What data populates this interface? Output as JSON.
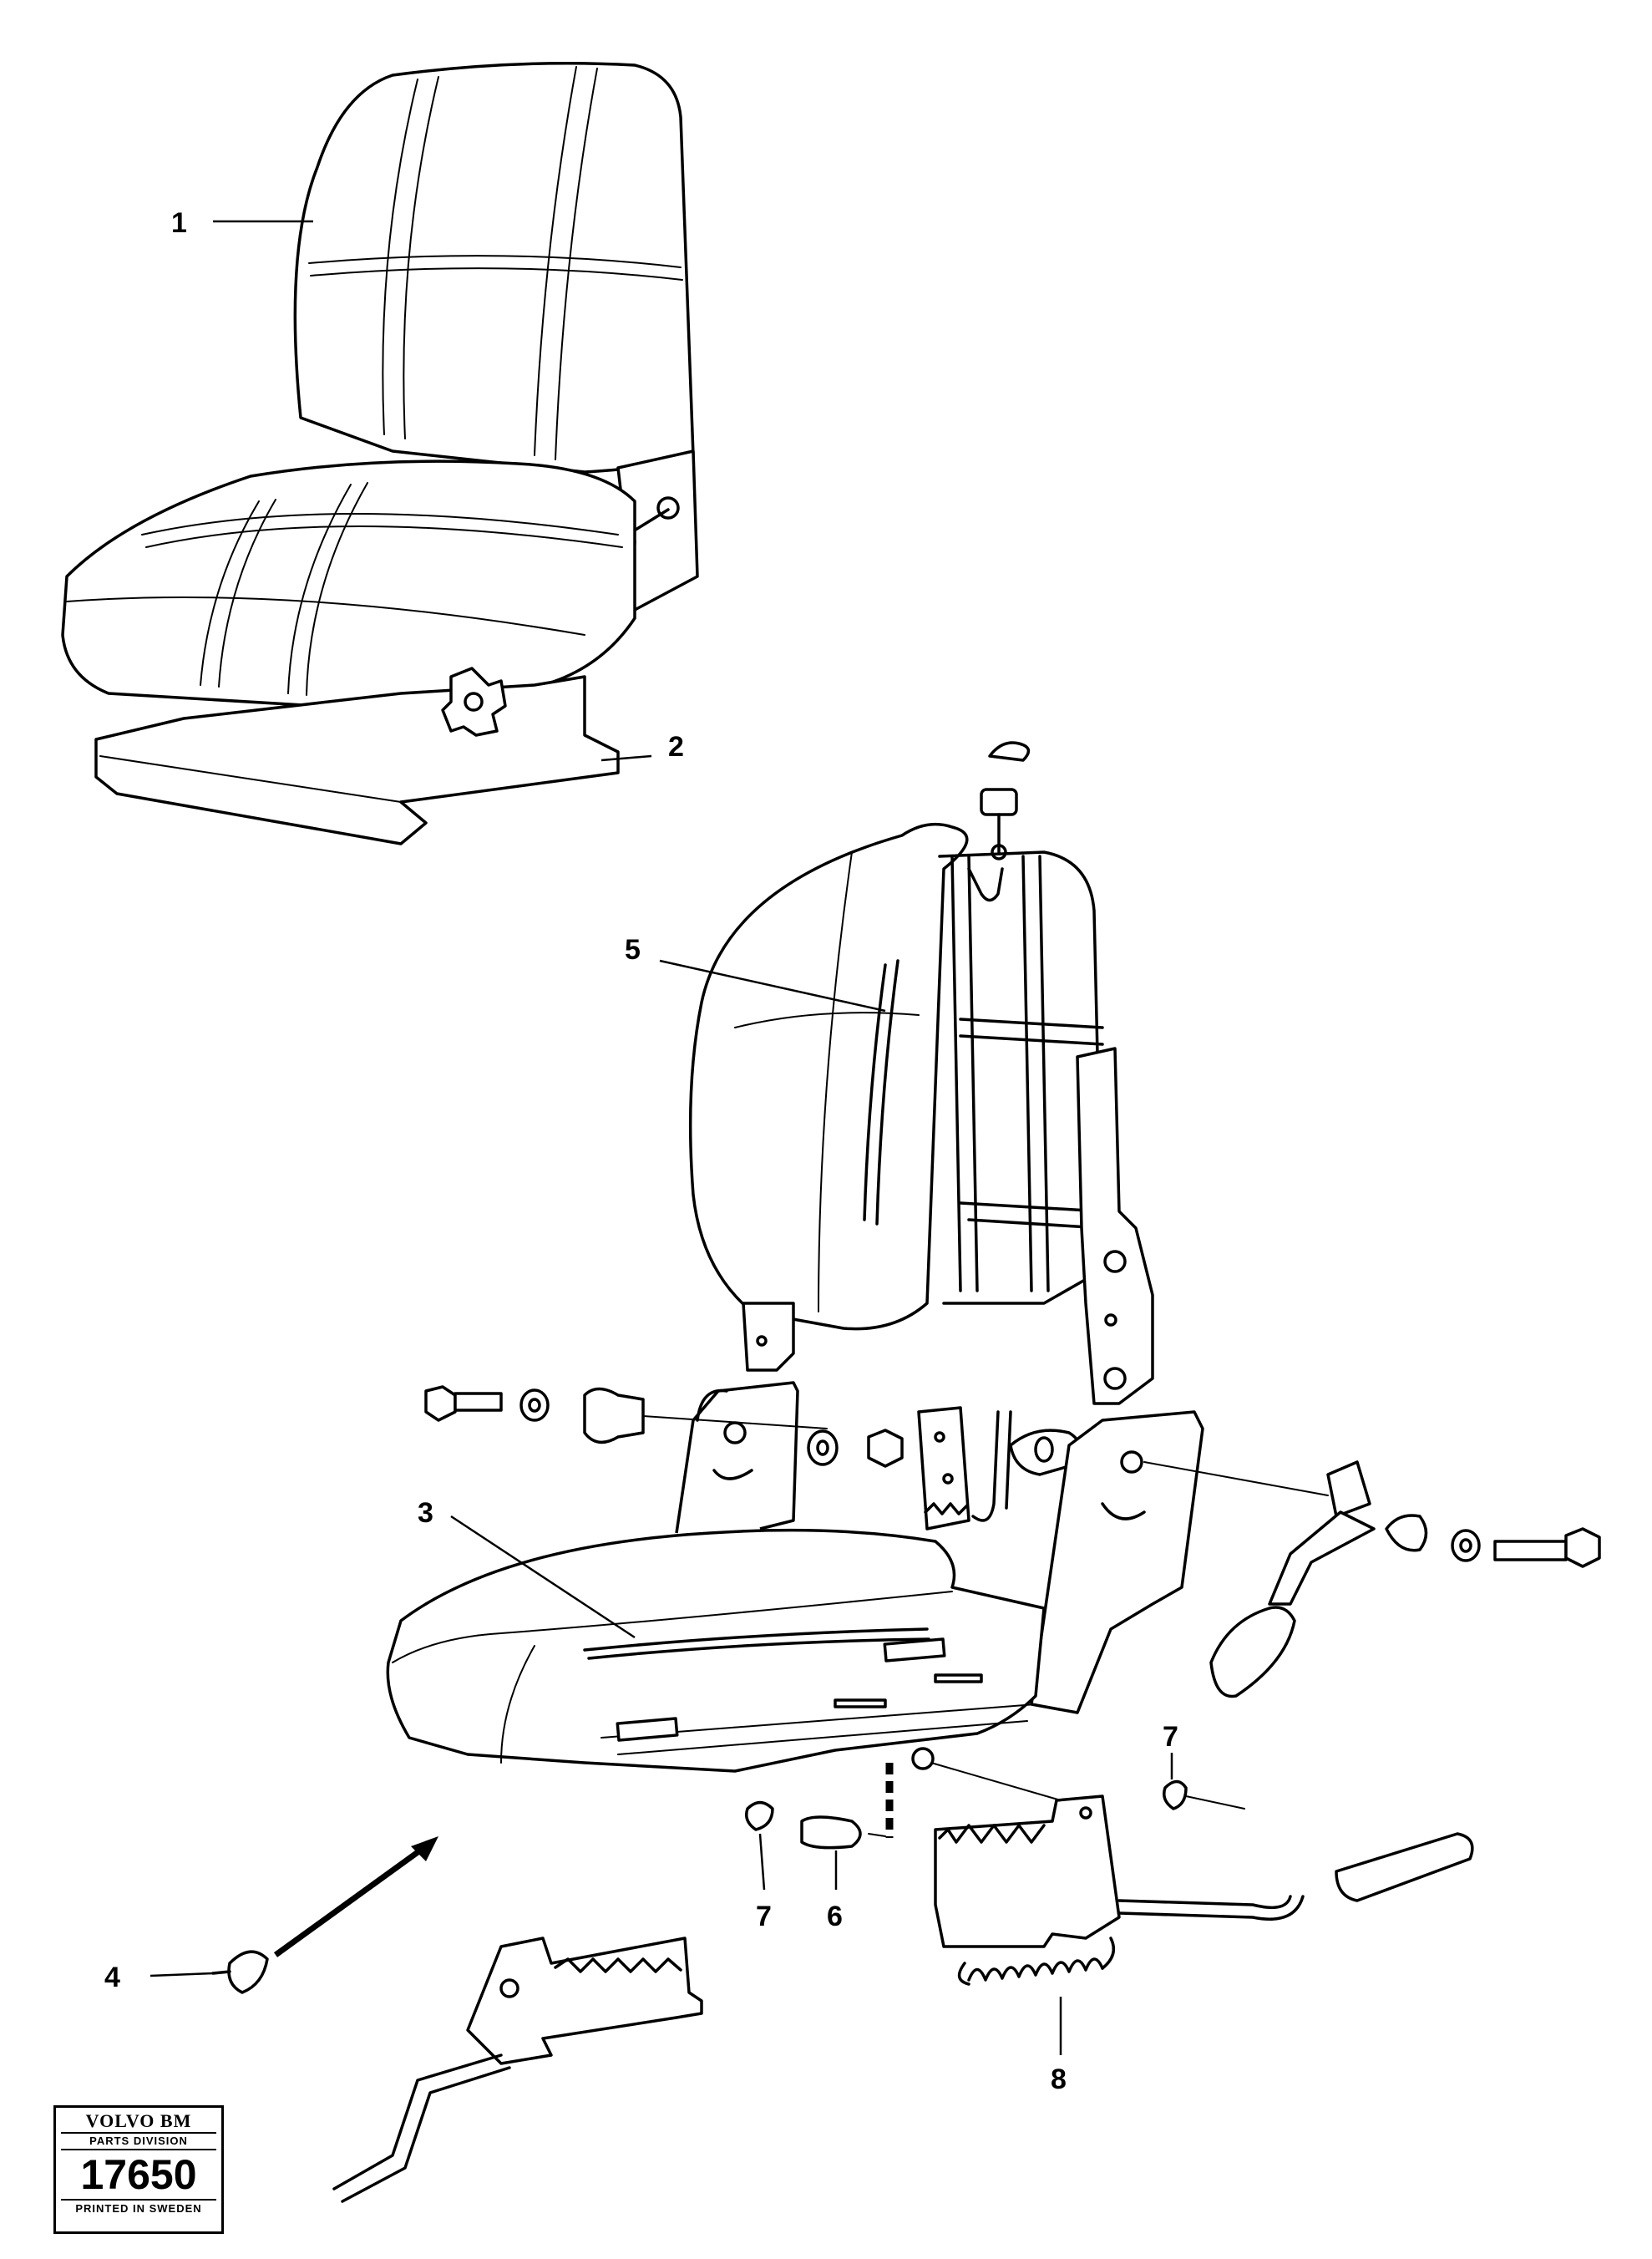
{
  "callouts": {
    "c1": "1",
    "c2": "2",
    "c3": "3",
    "c4": "4",
    "c5": "5",
    "c6": "6",
    "c7a": "7",
    "c7b": "7",
    "c8": "8"
  },
  "stamp": {
    "brand": "VOLVO BM",
    "division": "PARTS DIVISION",
    "number": "17650",
    "printed": "PRINTED IN SWEDEN"
  }
}
